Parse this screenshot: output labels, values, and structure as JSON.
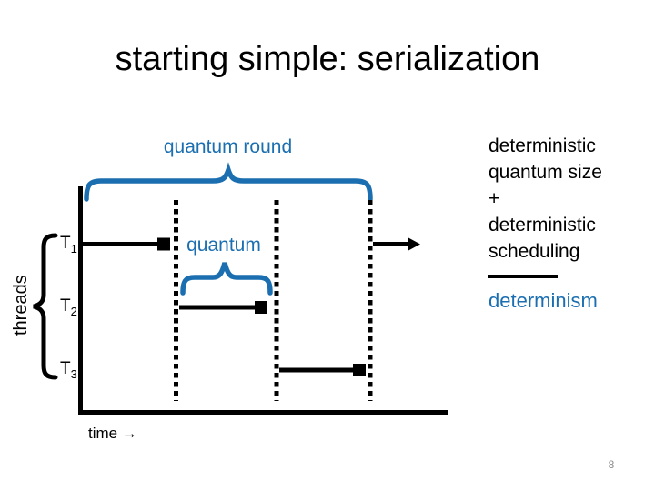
{
  "slide": {
    "title": "starting simple: serialization",
    "page_number": "8"
  },
  "colors": {
    "accent_blue": "#1b6fb1",
    "ink_black": "#000000",
    "page_number_gray": "#8a8a8a",
    "background": "#ffffff"
  },
  "diagram": {
    "quantum_round_label": "quantum round",
    "quantum_label": "quantum",
    "threads_axis_label": "threads",
    "time_axis_label": "time →",
    "threads": [
      {
        "base": "T",
        "sub": "1"
      },
      {
        "base": "T",
        "sub": "2"
      },
      {
        "base": "T",
        "sub": "3"
      }
    ]
  },
  "equation": {
    "lines": [
      "deterministic",
      "quantum size",
      "+",
      "deterministic",
      "scheduling"
    ],
    "result": "determinism"
  }
}
